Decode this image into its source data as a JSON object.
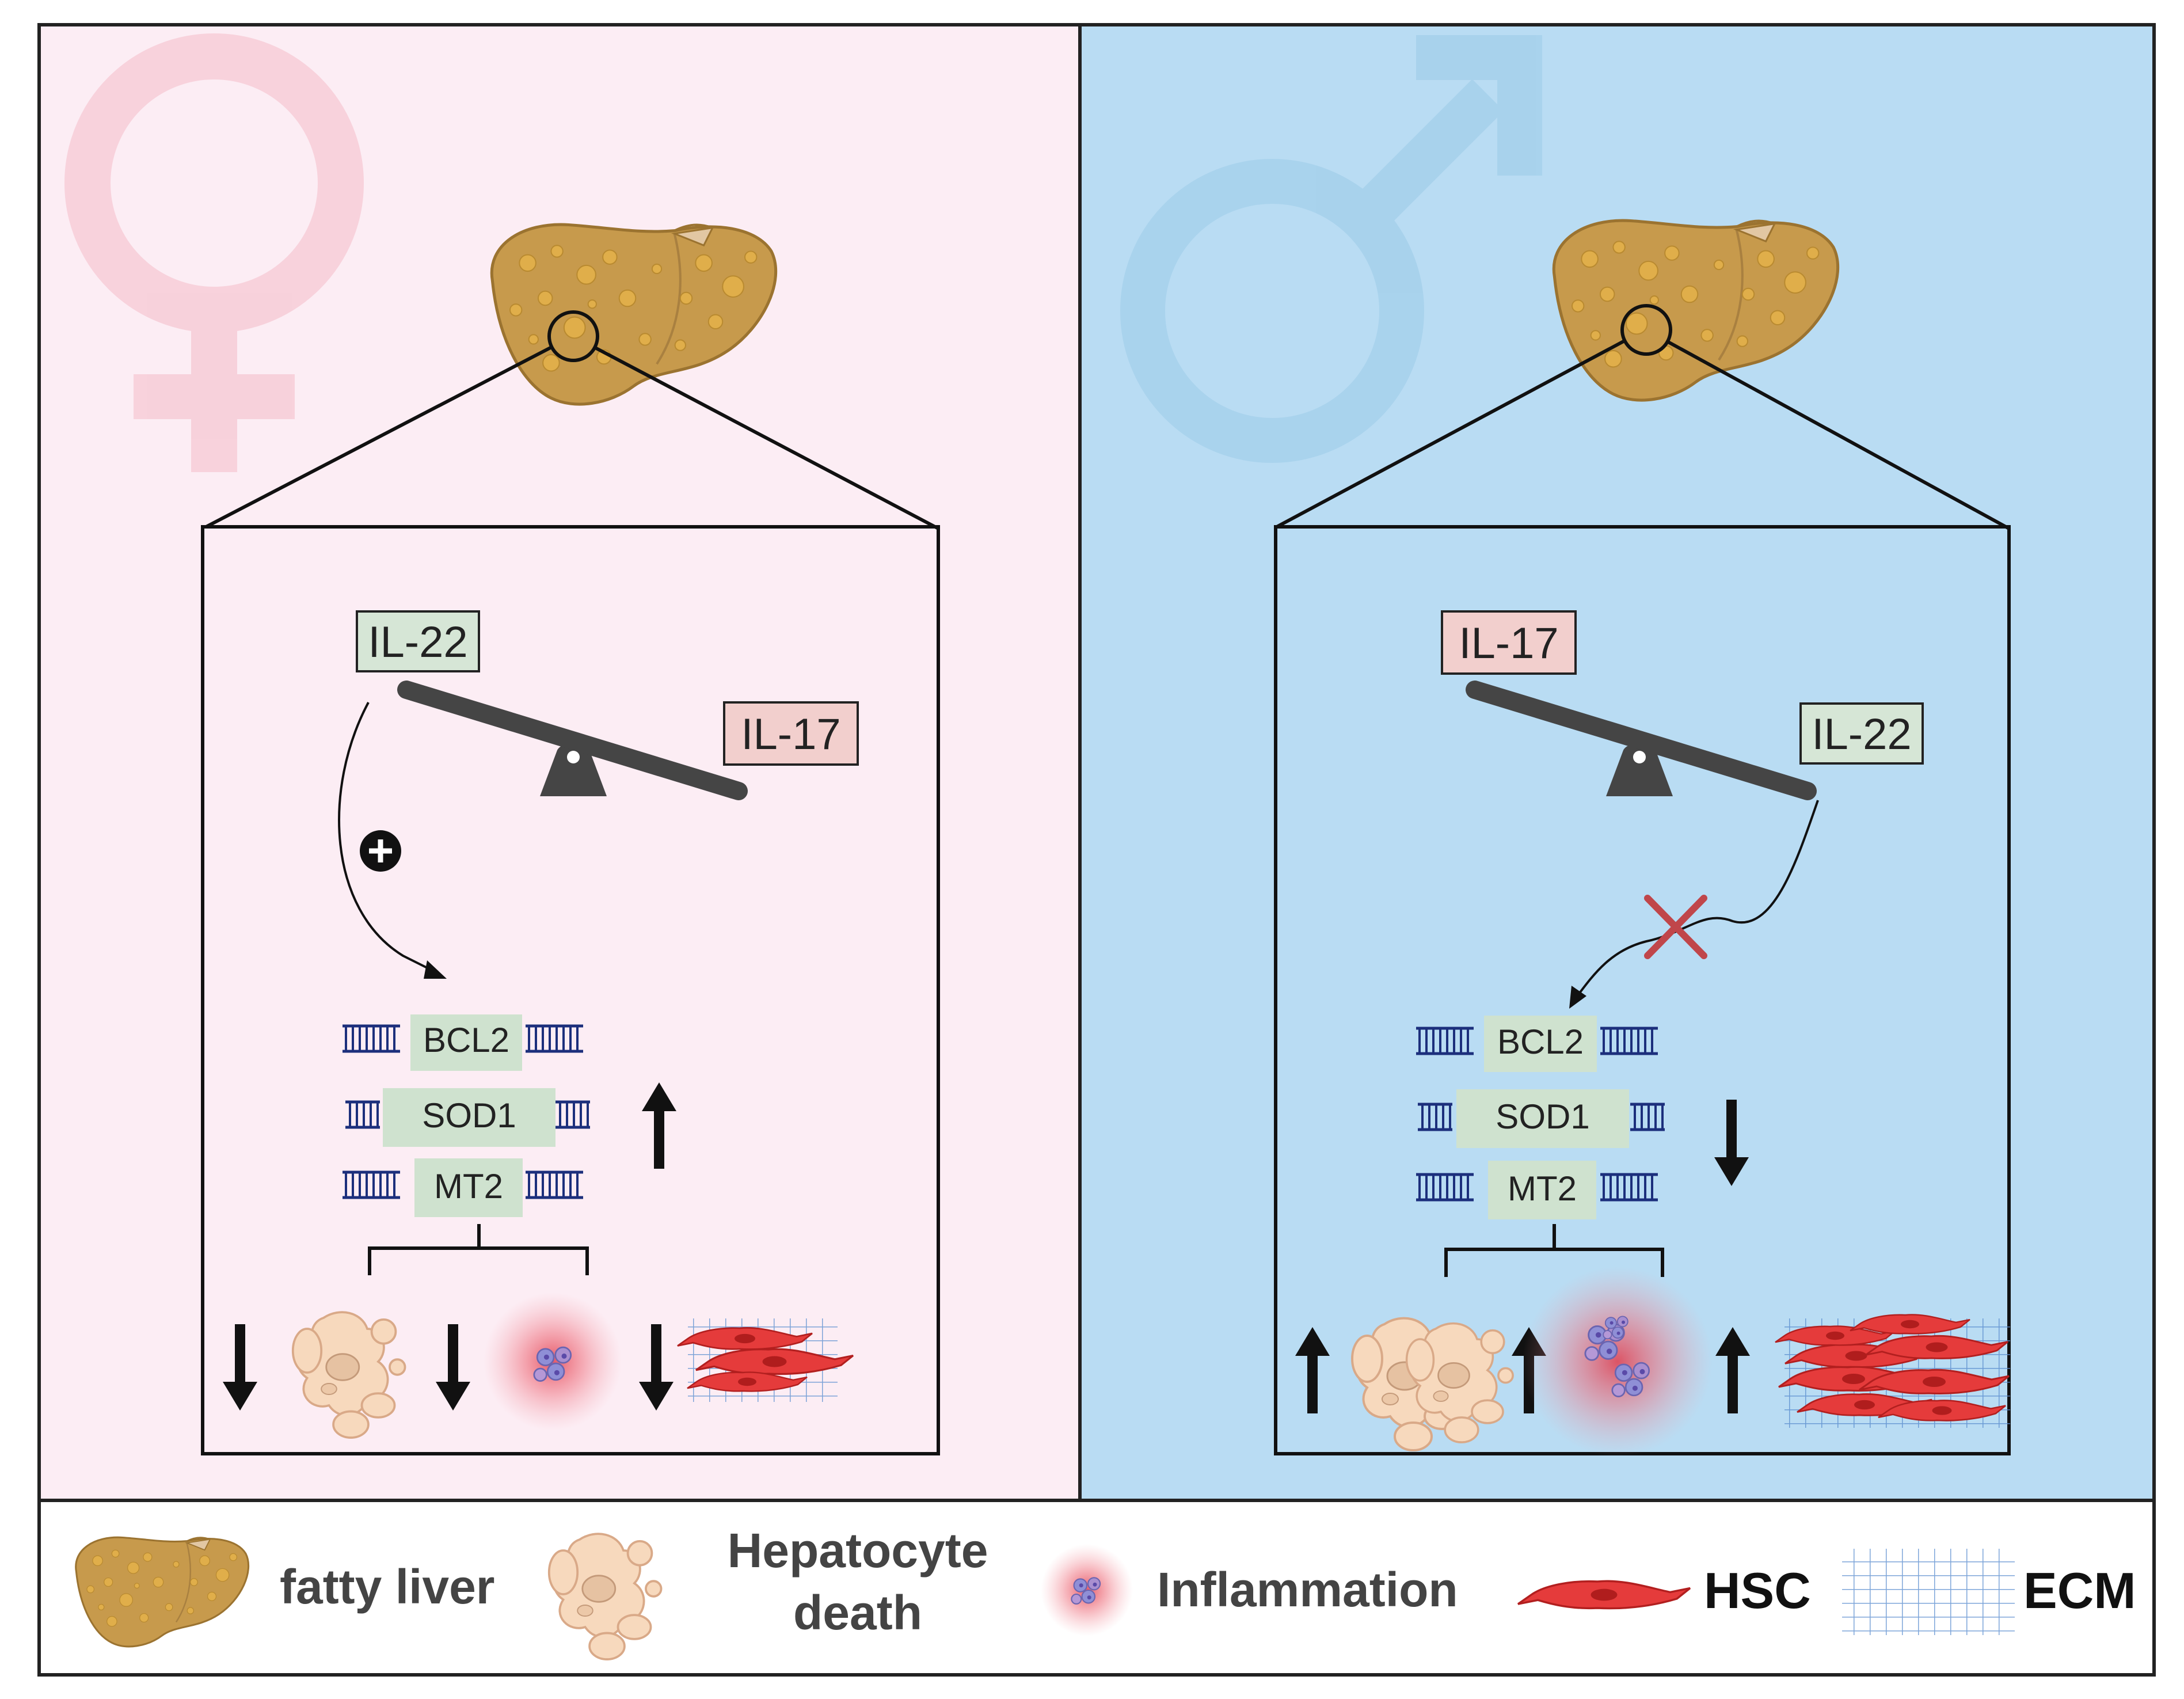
{
  "female_panel": {
    "cytokine_high": "IL-22",
    "cytokine_low": "IL-17",
    "genes": [
      "BCL2",
      "SOD1",
      "MT2"
    ],
    "gene_regulation": "up",
    "outcomes": [
      "down",
      "down",
      "down"
    ],
    "effect": "activation"
  },
  "male_panel": {
    "cytokine_high": "IL-17",
    "cytokine_low": "IL-22",
    "genes": [
      "BCL2",
      "SOD1",
      "MT2"
    ],
    "gene_regulation": "down",
    "outcomes": [
      "up",
      "up",
      "up"
    ],
    "effect": "blocked"
  },
  "legend": {
    "fatty_liver": "fatty liver",
    "hepatocyte_death_line1": "Hepatocyte",
    "hepatocyte_death_line2": "death",
    "inflammation": "Inflammation",
    "hsc": "HSC",
    "ecm": "ECM"
  },
  "colors": {
    "female_bg": "#fcedf4",
    "male_bg": "#b9dcf3",
    "il22_box": "#d6e6d6",
    "il17_box": "#f2cfcd",
    "gene_box": "#cfe2cf",
    "dna": "#1c2f7c",
    "liver": "#c99a4c",
    "hsc": "#e63c3c",
    "inhibit_x": "#c0464a"
  }
}
